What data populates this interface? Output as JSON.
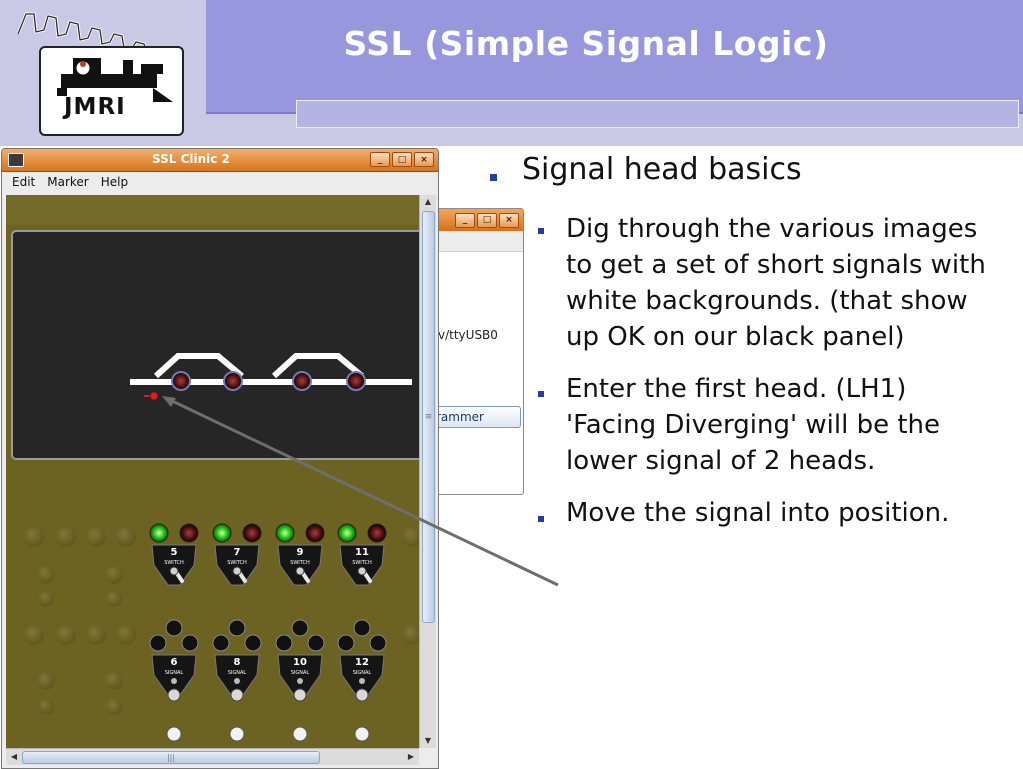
{
  "slide": {
    "title": "SSL (Simple Signal Logic)",
    "logo_text": "JMRI",
    "accent": "#9797dd",
    "bullet_color": "#1f3fa5"
  },
  "front_window": {
    "title": "SSL Clinic 2",
    "menu": [
      "Edit",
      "Marker",
      "Help"
    ],
    "title_buttons": [
      "_",
      "□",
      "×"
    ],
    "switch_numbers": [
      "5",
      "7",
      "9",
      "11"
    ],
    "signal_numbers": [
      "6",
      "8",
      "10",
      "12"
    ],
    "switch_label": "SWITCH",
    "signal_label": "SIGNAL",
    "h_thumb_grip": "|||",
    "v_thumb_grip": "≡"
  },
  "back_window": {
    "port_text": "v/ttyUSB0",
    "button_text": "rammer",
    "title_buttons": [
      "_",
      "□",
      "×"
    ]
  },
  "content": {
    "heading": "Signal head basics",
    "points": [
      {
        "lines": [
          "Dig through the various images",
          "to get a set of short signals with",
          "white backgrounds. (that show",
          "up OK on our black panel)"
        ]
      },
      {
        "lines": [
          "Enter the first head. (LH1)",
          "'Facing Diverging' will be the",
          "lower signal of 2 heads."
        ]
      },
      {
        "lines": [
          "Move the signal into position."
        ]
      }
    ]
  }
}
